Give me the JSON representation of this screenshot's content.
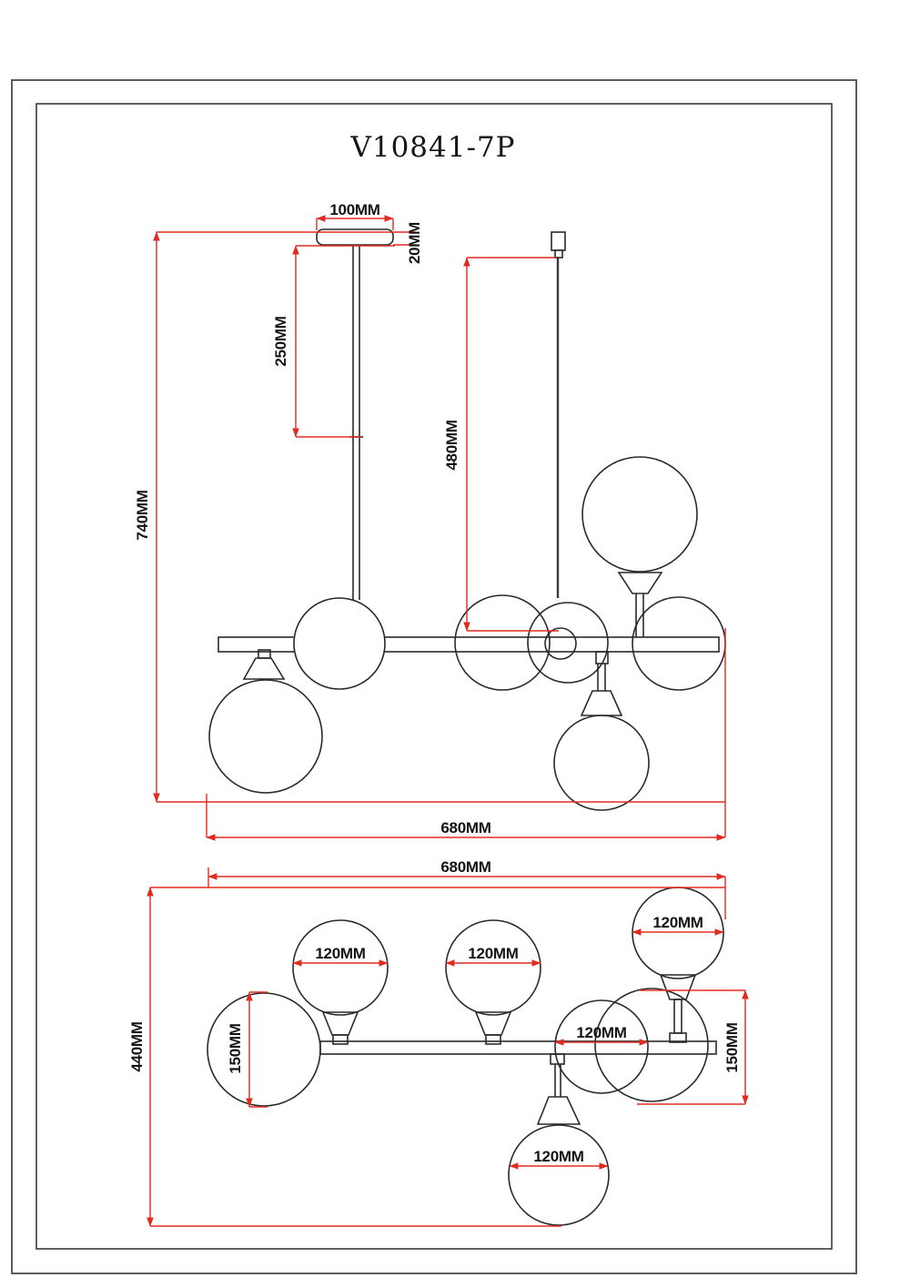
{
  "title": "V10841-7P",
  "colors": {
    "linework": "#2a2a2a",
    "dimension": "#e02b20"
  },
  "front_view": {
    "dims": {
      "canopy_width": "100MM",
      "canopy_height": "20MM",
      "rod_upper_section": "250MM",
      "total_height": "740MM",
      "cord_length": "480MM",
      "overall_width": "680MM"
    }
  },
  "top_view": {
    "dims": {
      "overall_width": "680MM",
      "overall_depth": "440MM",
      "large_globe_left": "150MM",
      "large_globe_right": "150MM",
      "globe_left": "120MM",
      "globe_center": "120MM",
      "globe_top_right": "120MM",
      "globe_mid_right": "120MM",
      "globe_bottom": "120MM"
    }
  }
}
